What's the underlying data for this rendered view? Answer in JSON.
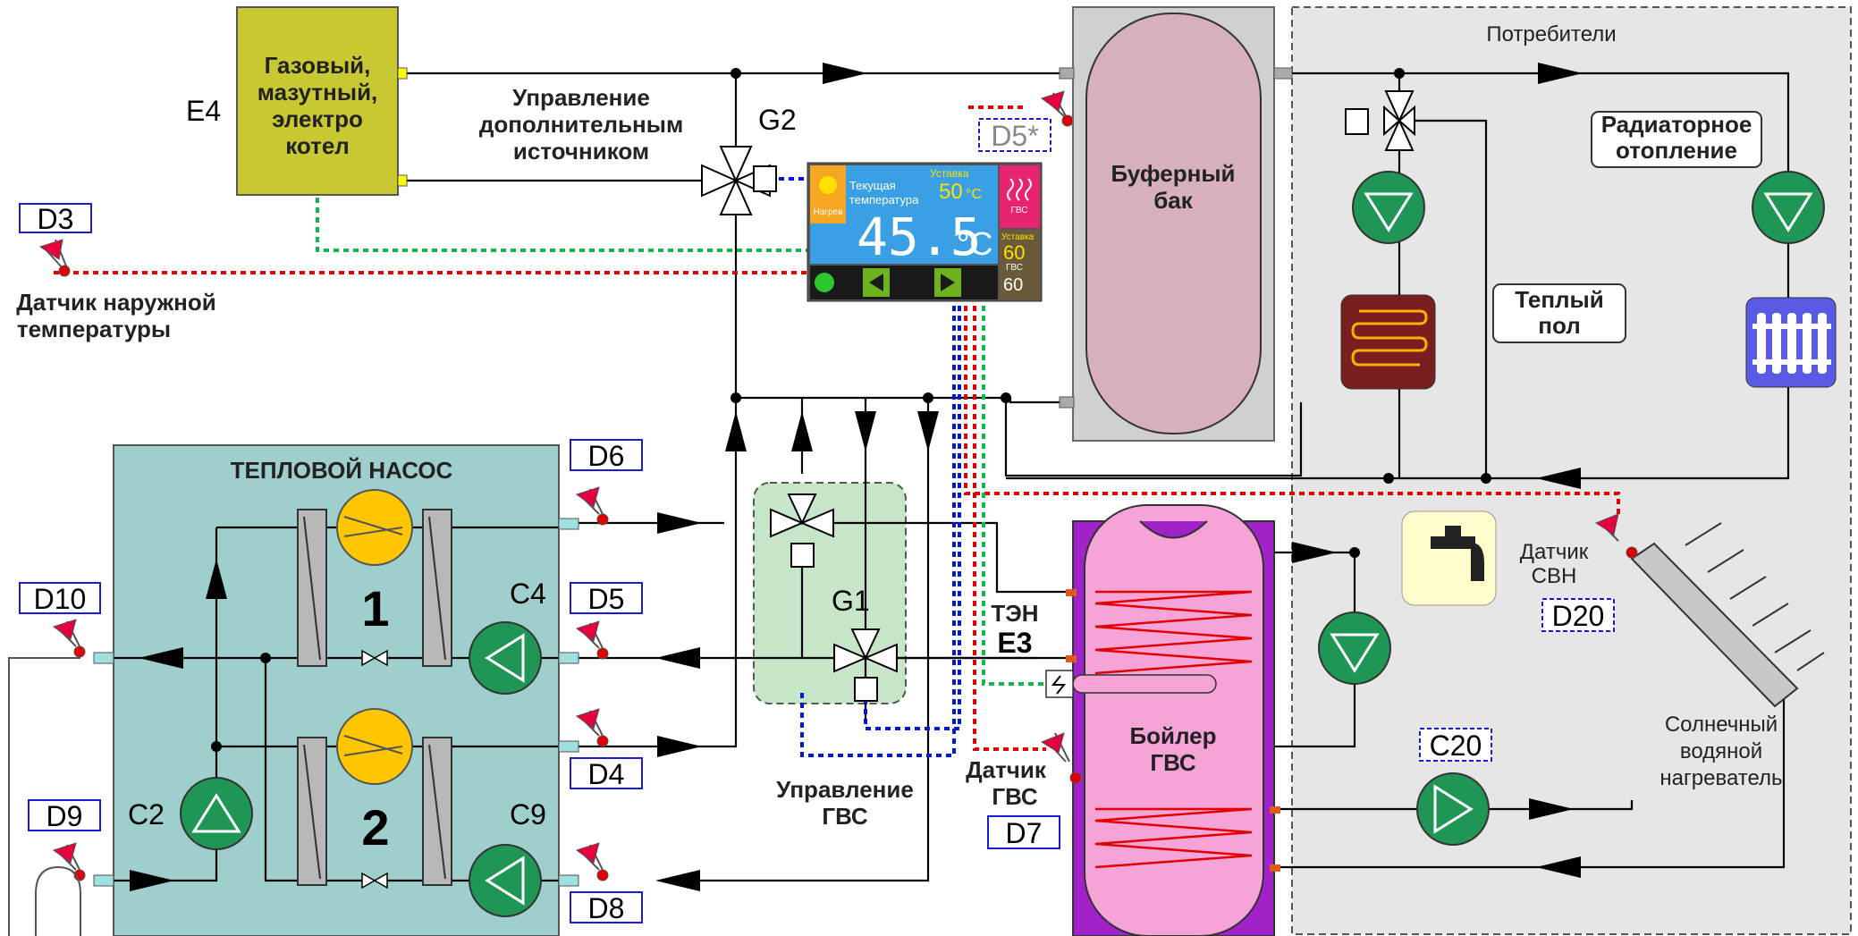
{
  "boiler_e4": {
    "tag": "E4",
    "lines": [
      "Газовый,",
      "мазутный,",
      "электро",
      "котел"
    ]
  },
  "extra_source_control": {
    "lines": [
      "Управление",
      "дополнительным",
      "источником"
    ]
  },
  "valve_g2": {
    "tag": "G2"
  },
  "sensor_d3": {
    "tag": "D3",
    "lines": [
      "Датчик наружной",
      "температуры"
    ]
  },
  "sensor_d5star": {
    "tag": "D5*"
  },
  "controller": {
    "heat_label": "Нагрев",
    "current_label_1": "Текущая",
    "current_label_2": "температура",
    "current_value": "45.5",
    "unit": "°C",
    "setpoint_label": "Уставка",
    "setpoint_value": "50",
    "setpoint_unit": "°C",
    "dhw_label": "ГВС",
    "dhw_setpoint_label": "Уставка",
    "dhw_setpoint_value": "60",
    "dhw_sub_label": "ГВС",
    "dhw_current_value": "60"
  },
  "buffer_tank": {
    "lines": [
      "Буферный",
      "бак"
    ]
  },
  "consumers": {
    "title": "Потребители",
    "radiator_lines": [
      "Радиаторное",
      "отопление"
    ],
    "floor_lines": [
      "Теплый",
      "пол"
    ]
  },
  "heat_pump": {
    "title": "ТЕПЛОВОЙ НАСОС",
    "unit1": "1",
    "unit2": "2"
  },
  "tags": {
    "d6": "D6",
    "d5": "D5",
    "d4": "D4",
    "d8": "D8",
    "d10": "D10",
    "d9": "D9",
    "c4": "C4",
    "c9": "C9",
    "c2": "C2",
    "g1": "G1",
    "d7": "D7",
    "d20": "D20",
    "c20": "C20"
  },
  "dhw_control": {
    "lines": [
      "Управление",
      "ГВС"
    ]
  },
  "heater_e3": {
    "line1": "ТЭН",
    "line2": "Е3"
  },
  "dhw_boiler": {
    "lines": [
      "Бойлер",
      "ГВС"
    ]
  },
  "sensor_d7": {
    "lines": [
      "Датчик",
      "ГВС"
    ]
  },
  "sensor_svn": {
    "lines": [
      "Датчик",
      "СВН"
    ]
  },
  "solar": {
    "lines": [
      "Солнечный",
      "водяной",
      "нагреватель"
    ]
  },
  "colors": {
    "heat_pump_bg": "#9fcfcd",
    "boiler_e4": "#c8c832",
    "buffer_tank": "#d6b0bc",
    "dhw_boiler": "#f6a3d8",
    "dhw_shell": "#a022c8",
    "pump": "#1f9656",
    "compressor": "#ffc600",
    "red_signal": "#e00000",
    "blue_signal": "#0018d8",
    "green_signal": "#10b84c"
  }
}
